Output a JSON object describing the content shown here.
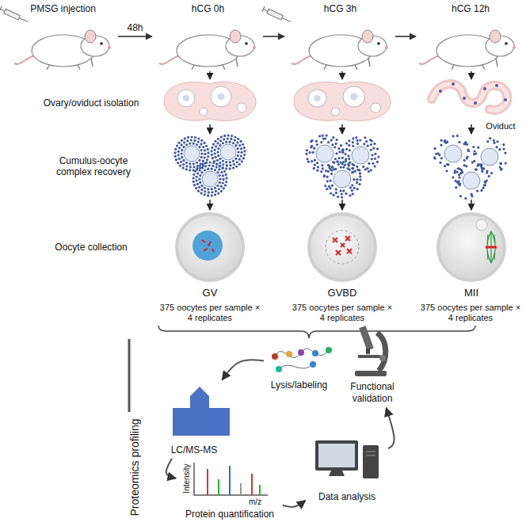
{
  "diagram": {
    "nodes": [
      {
        "text": [
          "PMSG injection"
        ]
      },
      {
        "text": [
          "hCG 0h"
        ]
      },
      {
        "text": [
          "hCG 3h"
        ]
      },
      {
        "text": [
          "hCG 12h"
        ]
      },
      {
        "text": [
          "GV"
        ]
      },
      {
        "text": [
          "GVBD"
        ]
      },
      {
        "text": [
          "MII"
        ]
      },
      {
        "text": [
          "Lysis/labeling"
        ]
      },
      {
        "text": [
          "LC/MS-MS"
        ]
      },
      {
        "text": [
          "Protein quantification"
        ]
      },
      {
        "text": [
          "Data analysis"
        ]
      },
      {
        "text": [
          "Functional validation"
        ]
      }
    ],
    "edges": [
      {
        "from": 0,
        "to": 1,
        "label": "48h",
        "arrow": "to"
      },
      {
        "from": 1,
        "to": 2,
        "arrow": "to"
      },
      {
        "from": 2,
        "to": 3,
        "arrow": "to"
      },
      {
        "from": 7,
        "to": 8,
        "arrow": "to"
      },
      {
        "from": 8,
        "to": 9,
        "arrow": "to"
      },
      {
        "from": 9,
        "to": 10,
        "arrow": "to"
      },
      {
        "from": 10,
        "to": 11,
        "arrow": "to"
      }
    ],
    "labels": [
      "Ovary/oviduct isolation",
      "Cumulus-oocyte complex recovery",
      "Oocyte collection",
      "Oviduct",
      "375 oocytes per sample × 4 replicates",
      "375 oocytes per sample × 4 replicates",
      "375 oocytes per sample × 4 replicates",
      "Proteomics profiling",
      "Intensity",
      "m/z"
    ]
  }
}
